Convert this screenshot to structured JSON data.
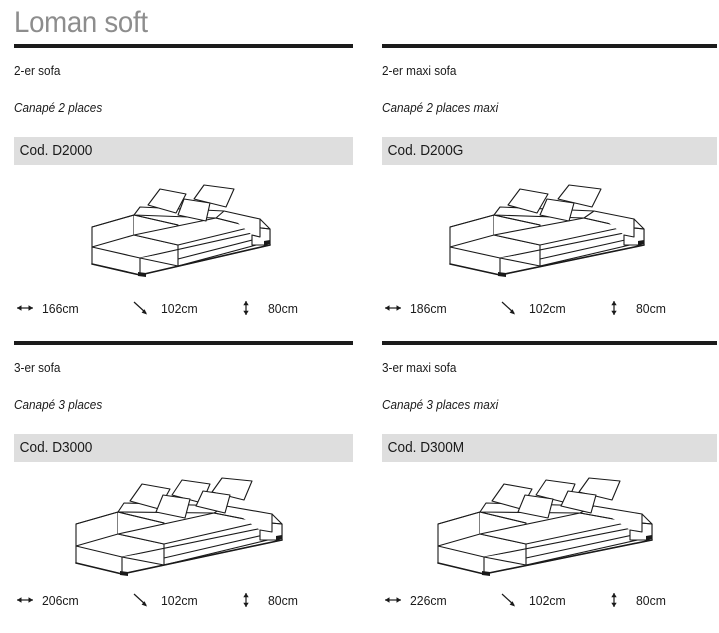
{
  "page": {
    "title": "Loman soft"
  },
  "icons": {
    "width": "width-arrow-icon",
    "depth": "depth-arrow-icon",
    "height": "height-arrow-icon"
  },
  "products": [
    {
      "name_de": "2-er sofa",
      "name_fr": "Canapé 2 places",
      "code": "Cod. D2000",
      "illustration": "sofa-2-seater-drawing",
      "dimensions": {
        "width": "166cm",
        "depth": "102cm",
        "height": "80cm"
      }
    },
    {
      "name_de": "2-er maxi sofa",
      "name_fr": "Canapé 2 places maxi",
      "code": "Cod. D200G",
      "illustration": "sofa-2-seater-maxi-drawing",
      "dimensions": {
        "width": "186cm",
        "depth": "102cm",
        "height": "80cm"
      }
    },
    {
      "name_de": "3-er sofa",
      "name_fr": "Canapé 3 places",
      "code": "Cod. D3000",
      "illustration": "sofa-3-seater-drawing",
      "dimensions": {
        "width": "206cm",
        "depth": "102cm",
        "height": "80cm"
      }
    },
    {
      "name_de": "3-er maxi sofa",
      "name_fr": "Canapé 3 places maxi",
      "code": "Cod. D300M",
      "illustration": "sofa-3-seater-maxi-drawing",
      "dimensions": {
        "width": "226cm",
        "depth": "102cm",
        "height": "80cm"
      }
    }
  ],
  "colors": {
    "title_gray": "#8d8d8d",
    "rule_black": "#1b1b1b",
    "code_bar_gray": "#dedede",
    "text_black": "#1a1a1a",
    "line_art": "#1a1a1a"
  }
}
